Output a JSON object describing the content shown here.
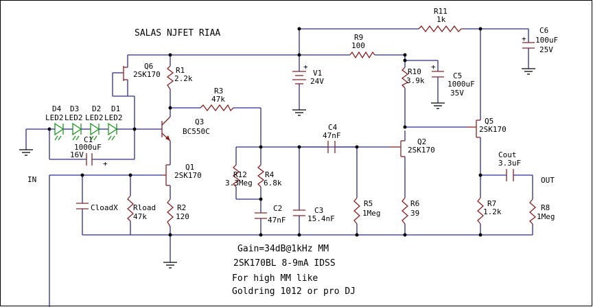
{
  "title": "SALAS NJFET RIAA",
  "notes": [
    "Gain=34dB@1kHz MM",
    "2SK170BL 8-9mA IDSS",
    "For high MM like",
    "Goldring 1012 or pro DJ"
  ],
  "ports": {
    "in": "IN",
    "out": "OUT"
  },
  "colors": {
    "wire": "#2a2a9e",
    "component": "#8b2020",
    "led": "#1a9a1a"
  },
  "components": {
    "R11": {
      "name": "R11",
      "value": "1k"
    },
    "R9": {
      "name": "R9",
      "value": "100"
    },
    "R1": {
      "name": "R1",
      "value": "2.2k"
    },
    "R3": {
      "name": "R3",
      "value": "47k"
    },
    "R10": {
      "name": "R10",
      "value": "3.9k"
    },
    "R12": {
      "name": "R12",
      "value": "3.3Meg"
    },
    "R4": {
      "name": "R4",
      "value": "6.8k"
    },
    "R5": {
      "name": "R5",
      "value": "1Meg"
    },
    "R6": {
      "name": "R6",
      "value": "39"
    },
    "R7": {
      "name": "R7",
      "value": "1.2k"
    },
    "R8": {
      "name": "R8",
      "value": "1Meg"
    },
    "R2": {
      "name": "R2",
      "value": "120"
    },
    "Rload": {
      "name": "Rload",
      "value": "47k"
    },
    "CloadX": {
      "name": "CloadX"
    },
    "C1": {
      "name": "C1",
      "value": "1000uF",
      "rating": "16V"
    },
    "C2": {
      "name": "C2",
      "value": "47nF"
    },
    "C3": {
      "name": "C3",
      "value": "15.4nF"
    },
    "C4": {
      "name": "C4",
      "value": "47nF"
    },
    "C5": {
      "name": "C5",
      "value": "1000uF",
      "rating": "35V"
    },
    "C6": {
      "name": "C6",
      "value": "100uF",
      "rating": "25V"
    },
    "Cout": {
      "name": "Cout",
      "value": "3.3uF"
    },
    "V1": {
      "name": "V1",
      "value": "24V"
    },
    "Q1": {
      "name": "Q1",
      "value": "2SK170"
    },
    "Q2": {
      "name": "Q2",
      "value": "2SK170"
    },
    "Q3": {
      "name": "Q3",
      "value": "BC550C"
    },
    "Q5": {
      "name": "Q5",
      "value": "2SK170"
    },
    "Q6": {
      "name": "Q6",
      "value": "2SK170"
    },
    "D1": {
      "name": "D1",
      "value": "LED2"
    },
    "D2": {
      "name": "D2",
      "value": "LED2"
    },
    "D3": {
      "name": "D3",
      "value": "LED2"
    },
    "D4": {
      "name": "D4",
      "value": "LED2"
    }
  }
}
